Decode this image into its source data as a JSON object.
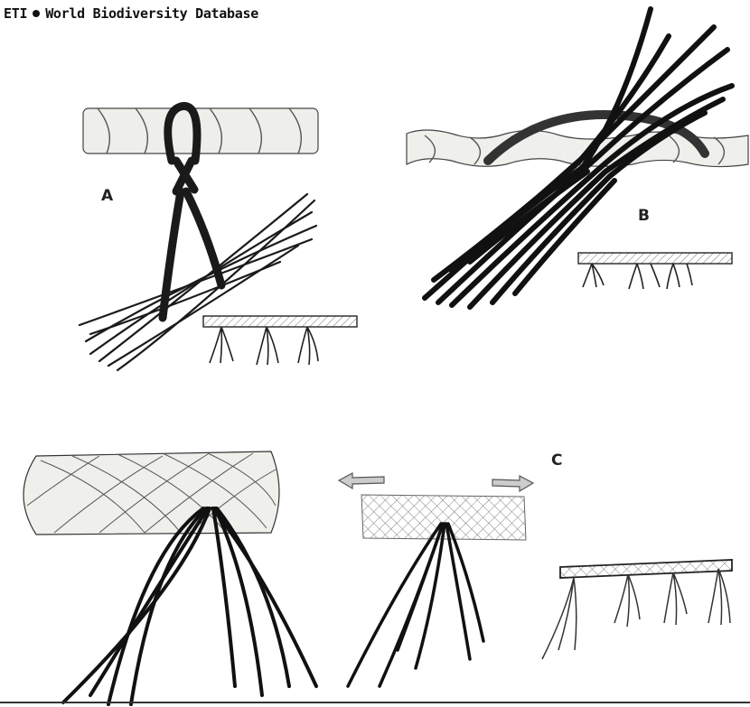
{
  "header": {
    "org": "ETI",
    "title": "World Biodiversity Database"
  },
  "figure": {
    "labels": {
      "a": "A",
      "b": "B",
      "c": "C"
    }
  }
}
